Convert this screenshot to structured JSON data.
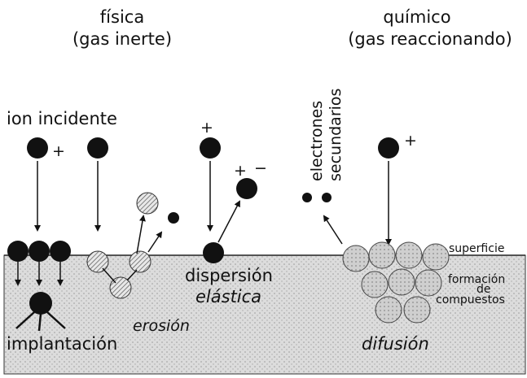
{
  "headers": {
    "physical_title": "física",
    "physical_subtitle": "(gas inerte)",
    "chemical_title": "químico",
    "chemical_subtitle": "(gas reaccionando)"
  },
  "labels": {
    "incident_ion": "ion incidente",
    "secondary_electrons_line1": "electrones",
    "secondary_electrons_line2": "secundarios",
    "implantation": "implantación",
    "erosion": "erosión",
    "elastic_scattering_line1": "dispersión",
    "elastic_scattering_line2": "elástica",
    "diffusion": "difusión",
    "surface": "superficie",
    "compound_formation_line1": "formación",
    "compound_formation_line2": "de",
    "compound_formation_line3": "compuestos"
  },
  "charges": {
    "plus": "+",
    "plus_minus_plus": "+",
    "plus_minus_minus": "−"
  },
  "colors": {
    "ion": "#111111",
    "substrate": "#d4d4d4",
    "compound_atom": "#c9c9c9"
  }
}
